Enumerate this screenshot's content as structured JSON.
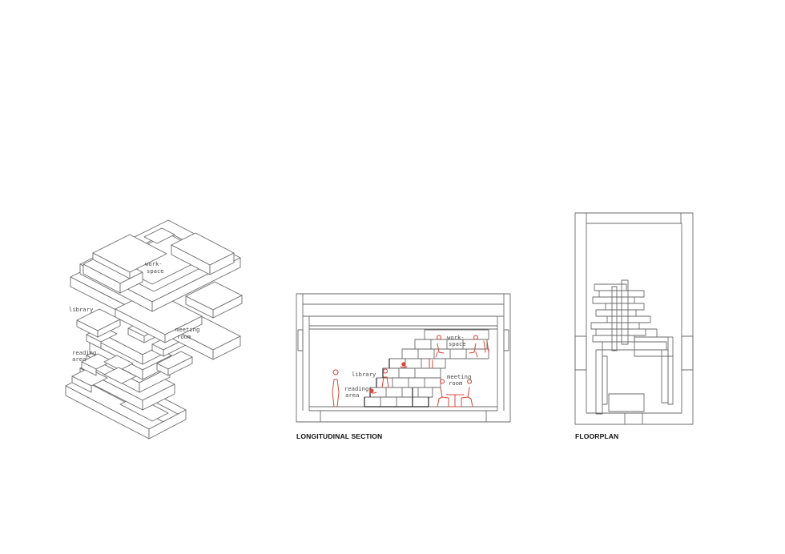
{
  "axonometric": {
    "labels": {
      "workspace": [
        "work-",
        "space"
      ],
      "library": "library",
      "meeting_room": [
        "meeting",
        "room"
      ],
      "reading_area": [
        "reading",
        "area"
      ]
    }
  },
  "section": {
    "caption": "LONGITUDINAL SECTION",
    "labels": {
      "workspace": [
        "work-",
        "space"
      ],
      "library": "library",
      "meeting_room": [
        "meeting",
        "room"
      ],
      "reading_area": [
        "reading",
        "area"
      ]
    }
  },
  "floorplan": {
    "caption": "FLOORPLAN"
  },
  "colors": {
    "line": "#6a6a6a",
    "accent": "#d9463b",
    "caption": "#111111"
  }
}
